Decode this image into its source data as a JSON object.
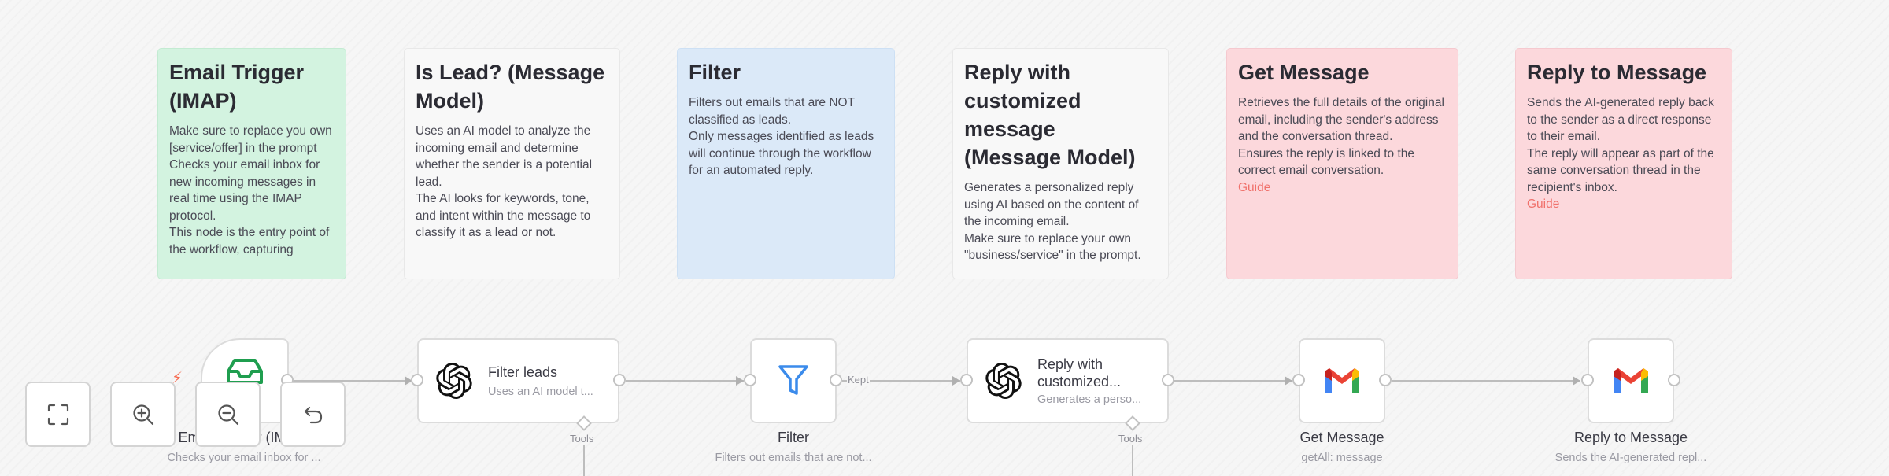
{
  "sticky_notes": [
    {
      "title": "Email Trigger (IMAP)",
      "color": "#d3f3e0",
      "lines": [
        "Make sure to replace you own [service/offer] in the prompt",
        "Checks your email inbox for new incoming messages in real time using the IMAP protocol.",
        "This node is the entry point of the workflow, capturing"
      ]
    },
    {
      "title": "Is Lead? (Message Model)",
      "color": "#f8f8f8",
      "lines": [
        "Uses an AI model to analyze the incoming email and determine whether the sender is a potential lead.",
        "The AI looks for keywords, tone, and intent within the message to classify it as a lead or not."
      ]
    },
    {
      "title": "Filter",
      "color": "#dbe9f8",
      "lines": [
        "Filters out emails that are NOT classified as leads.",
        "Only messages identified as leads will continue through the workflow for an automated reply."
      ]
    },
    {
      "title": "Reply with customized message (Message Model)",
      "color": "#f8f8f8",
      "lines": [
        "Generates a personalized reply using AI based on the content of the incoming email.",
        "Make sure to replace your own \"business/service\" in the prompt."
      ]
    },
    {
      "title": "Get Message",
      "color": "#fcd8dc",
      "lines": [
        "Retrieves the full details of the original email, including the sender's address and the conversation thread.",
        "Ensures the reply is linked to the correct email conversation."
      ],
      "link": "Guide"
    },
    {
      "title": "Reply to Message",
      "color": "#fcd8dc",
      "lines": [
        "Sends the AI-generated reply back to the sender as a direct response to their email.",
        "The reply will appear as part of the same conversation thread in the recipient's inbox."
      ],
      "link": "Guide"
    }
  ],
  "nodes": [
    {
      "title": "Email Trigger (IMAP)",
      "visible_title_fragments": [
        "Em",
        "r (II"
      ],
      "subtitle": "Checks your email inbox for ...",
      "icon": "email-inbox-icon",
      "icon_color": "#1f9e4f",
      "trigger_badge": "lightning-bolt-icon"
    },
    {
      "title": "Filter leads",
      "subtitle": "Uses an AI model t...",
      "icon": "openai-icon",
      "port_label": "Tools"
    },
    {
      "title": "Filter",
      "subtitle": "Filters out emails that are not...",
      "icon": "funnel-icon",
      "icon_color": "#3b8beb",
      "output_label": "Kept"
    },
    {
      "title": "Reply with customized...",
      "subtitle": "Generates a perso...",
      "icon": "openai-icon",
      "port_label": "Tools"
    },
    {
      "title": "Get Message",
      "subtitle": "getAll: message",
      "icon": "gmail-icon"
    },
    {
      "title": "Reply to Message",
      "subtitle": "Sends the AI-generated repl...",
      "icon": "gmail-icon"
    }
  ],
  "controls": [
    {
      "name": "fit-view",
      "icon": "fit-view-icon"
    },
    {
      "name": "zoom-in",
      "icon": "zoom-in-icon"
    },
    {
      "name": "zoom-out",
      "icon": "zoom-out-icon"
    },
    {
      "name": "undo",
      "icon": "undo-icon"
    }
  ],
  "colors": {
    "canvas": "#f6f6f6",
    "edge": "#bdbdbd",
    "guide_link": "#f0716b",
    "trigger_bolt": "#f76a4f"
  }
}
